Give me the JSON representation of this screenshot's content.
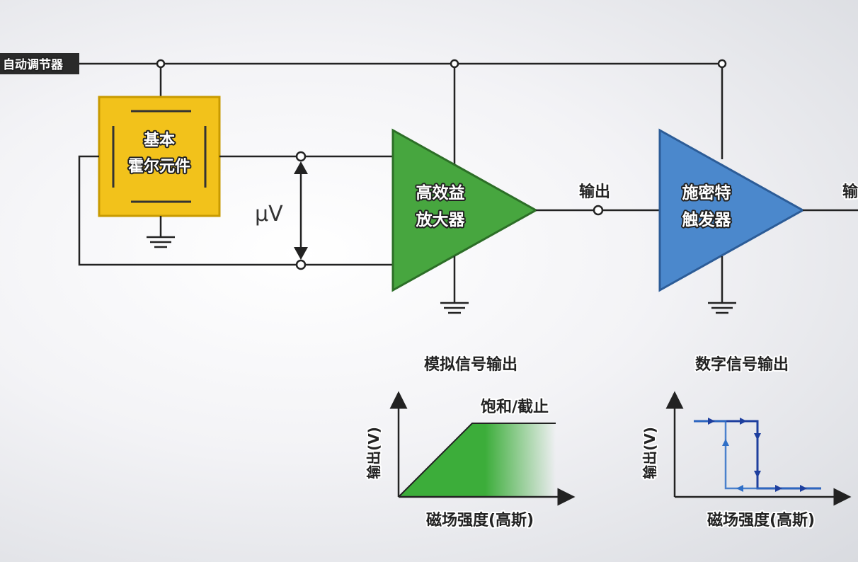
{
  "auto_regulator": {
    "label": "自动调节器"
  },
  "hall_element": {
    "line1": "基本",
    "line2": "霍尔元件",
    "color": "#f2c21b",
    "border": "#c89a00"
  },
  "voltage_label": "μV",
  "amplifier": {
    "line1": "高效益",
    "line2": "放大器",
    "color": "#47a63f",
    "border": "#2c6e27"
  },
  "output_label": "输出",
  "schmitt_trigger": {
    "line1": "施密特",
    "line2": "触发器",
    "color": "#4b88cc",
    "border": "#2c5c97"
  },
  "output_right_label": "输",
  "analog_graph": {
    "title": "模拟信号输出",
    "annotation": "饱和/截止",
    "ylabel": "输出(V)",
    "xlabel": "磁场强度(高斯)",
    "fill_color": "#3cad3a"
  },
  "digital_graph": {
    "title": "数字信号输出",
    "ylabel": "输出(V)",
    "xlabel": "磁场强度(高斯)",
    "line_color": "#1e3f9e",
    "line_color_light": "#2f6fc7"
  }
}
